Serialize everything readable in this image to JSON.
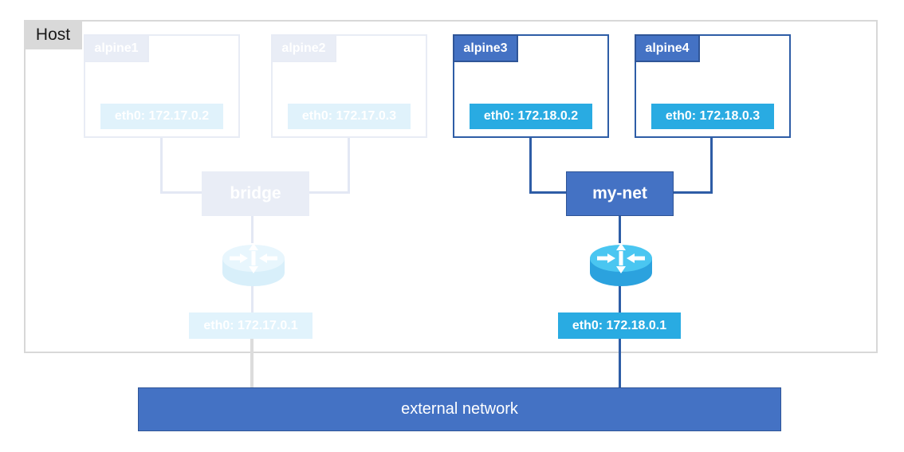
{
  "host": {
    "label": "Host"
  },
  "containers": [
    {
      "name": "alpine1",
      "eth": "eth0: 172.17.0.2",
      "state": "faded"
    },
    {
      "name": "alpine2",
      "eth": "eth0: 172.17.0.3",
      "state": "faded"
    },
    {
      "name": "alpine3",
      "eth": "eth0: 172.18.0.2",
      "state": "active"
    },
    {
      "name": "alpine4",
      "eth": "eth0: 172.18.0.3",
      "state": "active"
    }
  ],
  "networks": [
    {
      "name": "bridge",
      "gateway": "eth0: 172.17.0.1",
      "state": "faded",
      "icon": "router-icon"
    },
    {
      "name": "my-net",
      "gateway": "eth0: 172.18.0.1",
      "state": "active",
      "icon": "router-icon"
    }
  ],
  "external_network": {
    "label": "external network"
  },
  "colors": {
    "accent_blue": "#4472C4",
    "accent_blue_border": "#2F5597",
    "connector_blue": "#2E5DA6",
    "eth_cyan": "#29ABE2",
    "router_top": "#4AC6F1",
    "router_body": "#2BA2DE",
    "faded_fill": "#E9EDF6",
    "faded_cyan": "#E0F2FB",
    "faded_line": "#E3E8F4",
    "host_label_bg": "#D9D9D9",
    "host_border": "#D8D8D8"
  }
}
